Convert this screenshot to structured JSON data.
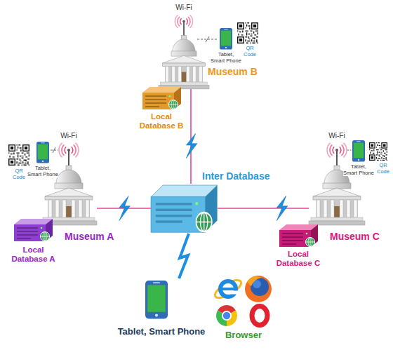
{
  "diagram": {
    "nodes": [
      {
        "text": [
          "Museum B"
        ]
      },
      {
        "text": [
          "Local Database B"
        ]
      },
      {
        "text": [
          "Inter Database"
        ]
      },
      {
        "text": [
          "Museum A"
        ]
      },
      {
        "text": [
          "Local Database A"
        ]
      },
      {
        "text": [
          "Museum C"
        ]
      },
      {
        "text": [
          "Local Database C"
        ]
      },
      {
        "text": [
          "Tablet, Smart Phone"
        ]
      },
      {
        "text": [
          "Browser"
        ]
      }
    ],
    "edges": [
      {
        "from": 2,
        "to": 0,
        "arrow": "none"
      },
      {
        "from": 2,
        "to": 3,
        "arrow": "none"
      },
      {
        "from": 2,
        "to": 5,
        "arrow": "none"
      },
      {
        "from": 2,
        "to": 7,
        "arrow": "none"
      }
    ],
    "labels": [
      "Wi-Fi",
      "Tablet, Smart Phone",
      "QR Code",
      "Wi-Fi",
      "QR Code",
      "Tablet, Smart Phone",
      "Wi-Fi",
      "Tablet, Smart Phone",
      "QR Code"
    ]
  }
}
